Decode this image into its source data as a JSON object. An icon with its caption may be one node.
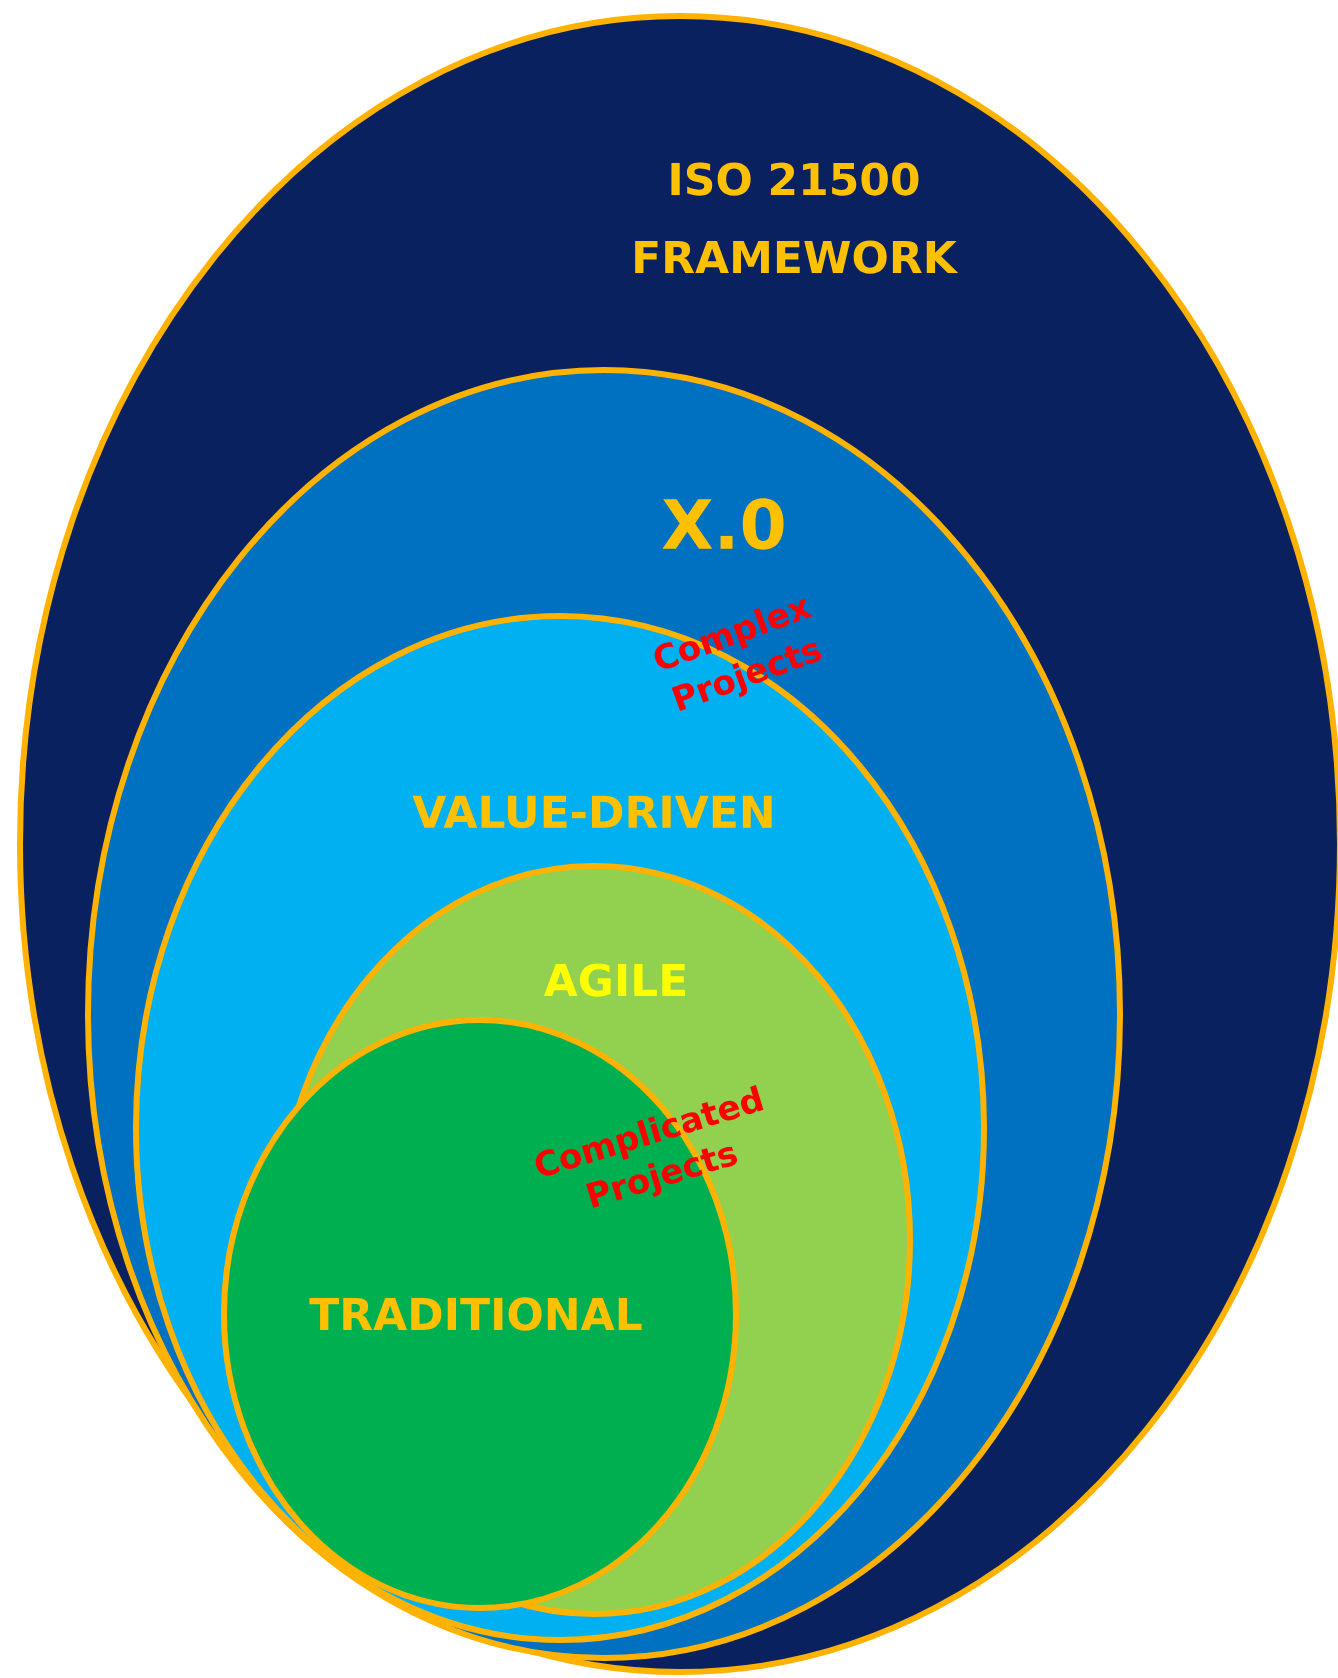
{
  "diagram": {
    "nodes": [
      {
        "text": [
          "ISO 21500 FRAMEWORK"
        ]
      },
      {
        "text": [
          "X.0"
        ],
        "in": 0
      },
      {
        "text": [
          "VALUE-DRIVEN"
        ],
        "in": 1
      },
      {
        "text": [
          "AGILE"
        ],
        "in": 2
      },
      {
        "text": [
          "TRADITIONAL"
        ],
        "in": 2
      }
    ],
    "labels": [
      "Complex Projects",
      "Complicated Projects"
    ]
  }
}
